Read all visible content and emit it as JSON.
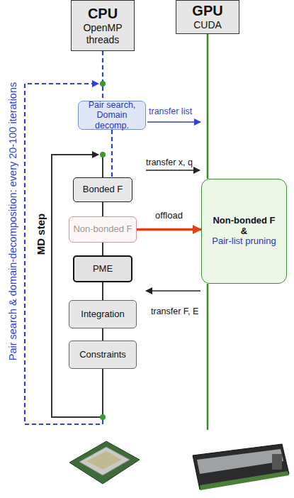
{
  "diagram": {
    "nodes": [
      {
        "text": [
          "CPU",
          "OpenMP threads"
        ]
      },
      {
        "text": [
          "GPU",
          "CUDA"
        ]
      },
      {
        "text": [
          "Pair search, Domain decomp."
        ]
      },
      {
        "text": [
          "Bonded F"
        ]
      },
      {
        "text": [
          "Non-bonded F",
          "&",
          "Pair-list pruning"
        ]
      },
      {
        "text": [
          "Non-bonded F"
        ]
      },
      {
        "text": [
          "PME"
        ]
      },
      {
        "text": [
          "Integration"
        ]
      },
      {
        "text": [
          "Constraints"
        ]
      }
    ],
    "edges": [
      {
        "from": 0,
        "to": 2,
        "arrow": "none"
      },
      {
        "from": 2,
        "to": 3,
        "arrow": "none"
      },
      {
        "from": 3,
        "to": 5,
        "arrow": "none"
      },
      {
        "from": 5,
        "to": 4,
        "arrow": "to",
        "label": "offload"
      },
      {
        "from": 5,
        "to": 6,
        "arrow": "none"
      },
      {
        "from": 6,
        "to": 7,
        "arrow": "none"
      },
      {
        "from": 7,
        "to": 8,
        "arrow": "none"
      },
      {
        "from": 1,
        "to": 4,
        "arrow": "none"
      }
    ],
    "labels": [
      "transfer list",
      "transfer x, q",
      "transfer F, E",
      "MD step",
      "Pair search & domain-decomposition: every 20-100 iterations"
    ]
  }
}
